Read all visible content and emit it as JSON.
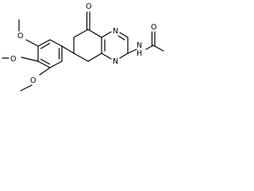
{
  "molecule": {
    "atoms": {
      "ketone_oxygen": "O",
      "ring_nitrogen_upper": "N",
      "ring_nitrogen_lower": "N",
      "amide_nitrogen": "N",
      "amide_hydrogen": "H",
      "acetyl_oxygen": "O",
      "methoxy_oxygen_top": "O",
      "methoxy_oxygen_middle": "O",
      "methoxy_oxygen_bottom": "O"
    },
    "line_color": "#000000",
    "background_color": "#ffffff"
  }
}
